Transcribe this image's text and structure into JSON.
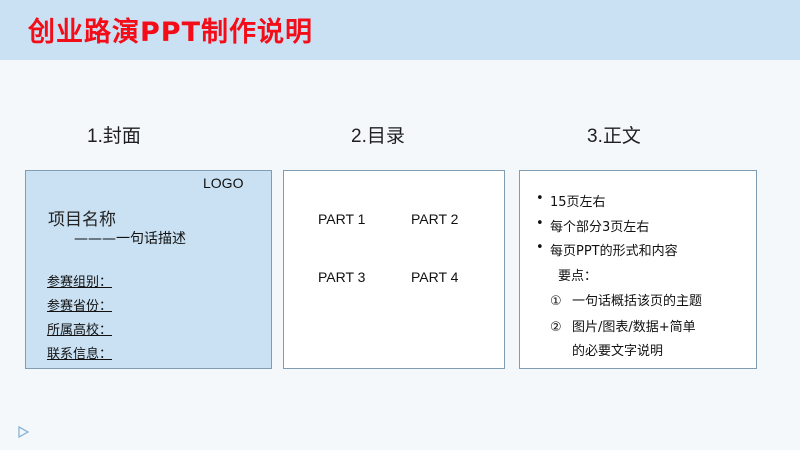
{
  "header": {
    "title": "创业路演PPT制作说明"
  },
  "sections": [
    {
      "heading": "1.封面"
    },
    {
      "heading": "2.目录"
    },
    {
      "heading": "3.正文"
    }
  ],
  "cover": {
    "logo": "LOGO",
    "project_name": "项目名称",
    "description": "———一句话描述",
    "info": [
      "参赛组别：",
      "参赛省份：",
      "所属高校：",
      "联系信息："
    ]
  },
  "toc": {
    "parts": [
      "PART 1",
      "PART 2",
      "PART 3",
      "PART 4"
    ]
  },
  "body": {
    "bullets": [
      "15页左右",
      "每个部分3页左右",
      "每页PPT的形式和内容"
    ],
    "bullet_cont": "要点：",
    "numbered": [
      {
        "mark": "①",
        "text": "一句话概括该页的主题"
      },
      {
        "mark": "②",
        "text": "图片/图表/数据+简单"
      }
    ],
    "numbered_cont": "的必要文字说明"
  },
  "icons": {
    "play": "play-icon"
  },
  "colors": {
    "title": "#f20d18",
    "banner": "#c9e1f3",
    "border": "#7f9eb4"
  }
}
